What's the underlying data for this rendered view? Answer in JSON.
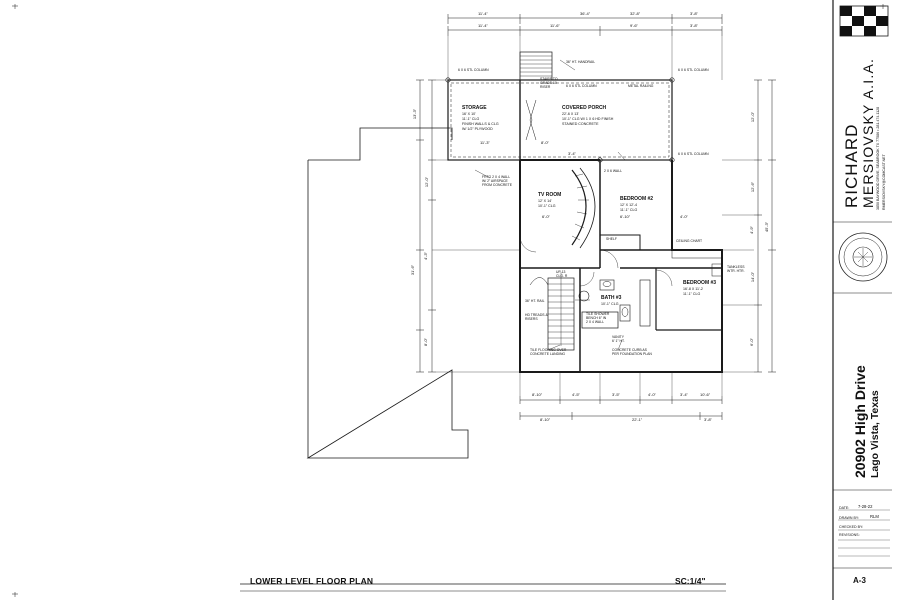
{
  "drawing": {
    "title": "LOWER LEVEL FLOOR PLAN",
    "scale": "SC:1/4\"",
    "rooms": [
      {
        "name": "STORAGE",
        "sub": [
          "16' X 10'",
          "11'-1\" CLG",
          "FINISH WALLS & CLG",
          "W/ 1/2\" PLYWOOD"
        ]
      },
      {
        "name": "COVERED PORCH",
        "sub": [
          "22'-6 X 13'",
          "10'-1\" CLG W/ 1 X 6 HD FINISH",
          "STAINED CONCRETE"
        ]
      },
      {
        "name": "TV ROOM",
        "sub": [
          "12' X 14'",
          "10'-1\" CLG"
        ]
      },
      {
        "name": "BEDROOM #2",
        "sub": [
          "12' X 12'-4",
          "11'-1\" CLG"
        ]
      },
      {
        "name": "BEDROOM #3",
        "sub": [
          "16'-8 X 11'-2",
          "11'-1\" CLG"
        ]
      },
      {
        "name": "BATH #3",
        "sub": [
          "10'-1\" CLG"
        ]
      }
    ],
    "notes": [
      {
        "id": "handrail",
        "text": "36\" HT. HANDRAIL"
      },
      {
        "id": "col-tl",
        "text": "6 X 6 STL COLUMN"
      },
      {
        "id": "col-tr",
        "text": "6 X 6 STL COLUMN"
      },
      {
        "id": "col-tr2",
        "text": "6 X 6 STL COLUMN"
      },
      {
        "id": "stairs-up",
        "text": "STAIRS TO"
      },
      {
        "id": "stairs-up2",
        "text": "GRADE 10"
      },
      {
        "id": "stairs-up3",
        "text": "RISER"
      },
      {
        "id": "col-mid",
        "text": "6 X 6 STL COLUMN"
      },
      {
        "id": "metal-railing",
        "text": "METAL RAILING"
      },
      {
        "id": "wall-note",
        "text": "2 X 6 WALL"
      },
      {
        "id": "airspace",
        "text": "FRTG 2 X 4 WALL"
      },
      {
        "id": "airspace2",
        "text": "W/ 2\" AIRSPACE"
      },
      {
        "id": "airspace3",
        "text": "FROM CONCRETE"
      },
      {
        "id": "closet-shelf",
        "text": "SHELF"
      },
      {
        "id": "ceiling-fan",
        "text": "CEILING CHART"
      },
      {
        "id": "tankless",
        "text": "TANKLESS"
      },
      {
        "id": "tankless2",
        "text": "WTR. HTR."
      },
      {
        "id": "tile-flooring",
        "text": "TILE FLOORING OVER"
      },
      {
        "id": "tile-flooring2",
        "text": "CONCRETE LANDING"
      },
      {
        "id": "concrete-curb",
        "text": "CONCRETE CURB AS"
      },
      {
        "id": "concrete-curb2",
        "text": "PER FOUNDATION PLAN"
      },
      {
        "id": "treads",
        "text": "36\" HT. RAIL"
      },
      {
        "id": "treads2",
        "text": "HD TREADS &"
      },
      {
        "id": "treads3",
        "text": "RISERS"
      },
      {
        "id": "shower",
        "text": "TILE SHOWER"
      },
      {
        "id": "shower2",
        "text": "BENCH 6\" IN"
      },
      {
        "id": "shower3",
        "text": "2 X 4 WALL"
      },
      {
        "id": "vanity",
        "text": "VANITY"
      },
      {
        "id": "vanity2",
        "text": "6' 1\" HT."
      },
      {
        "id": "up",
        "text": "UP 13"
      },
      {
        "id": "up2",
        "text": "CLG. R"
      }
    ],
    "dims_top": [
      "11'-4\"",
      "36'-4\"",
      "32'-8\"",
      "3'-8\""
    ],
    "dims_top2": [
      "11'-4\"",
      "11'-6\"",
      "9'-6\"",
      "3'-8\""
    ],
    "dims_left": [
      "13'-3\"",
      "12'-0\"",
      "31'-6\"",
      "4'-3\"",
      "8'-0\""
    ],
    "dims_right": [
      "12'-0\"",
      "12'-6\"",
      "45'-3\"",
      "4'-9\"",
      "14'-0\"",
      "6'-0\""
    ],
    "dims_bottom": [
      "8'-10\"",
      "4'-5\"",
      "3'-5\"",
      "4'-0\"",
      "3'-4\"",
      "10'-6\""
    ],
    "dims_bottom2": [
      "8'-10\"",
      "22'-1\"",
      "3'-8\""
    ],
    "dims_inner": [
      "11'-3\"",
      "8'-0\"",
      "3'-4\"",
      "6'-0\"",
      "6'-10\"",
      "4'-0\""
    ]
  },
  "title_block": {
    "architect": [
      "RICHARD",
      "MERSIOVSKY  A.I.A."
    ],
    "address_line": "3850 BAYWOOD DRIVE, SEABROOK TX 77586 • 281.474.1128",
    "web_line": "RMERSIOVSKY@COMCAST.NET",
    "project": "20902 High Drive",
    "location": "Lago Vista, Texas",
    "fields": [
      {
        "label": "DATE:",
        "value": "7-28-22"
      },
      {
        "label": "DRAWN BY:",
        "value": "RLM"
      },
      {
        "label": "CHECKED BY:",
        "value": ""
      },
      {
        "label": "REVISIONS:",
        "value": ""
      }
    ],
    "sheet": "A-3"
  },
  "colors": {
    "ink": "#111111",
    "line": "#1a1a1a",
    "paper": "#ffffff"
  }
}
